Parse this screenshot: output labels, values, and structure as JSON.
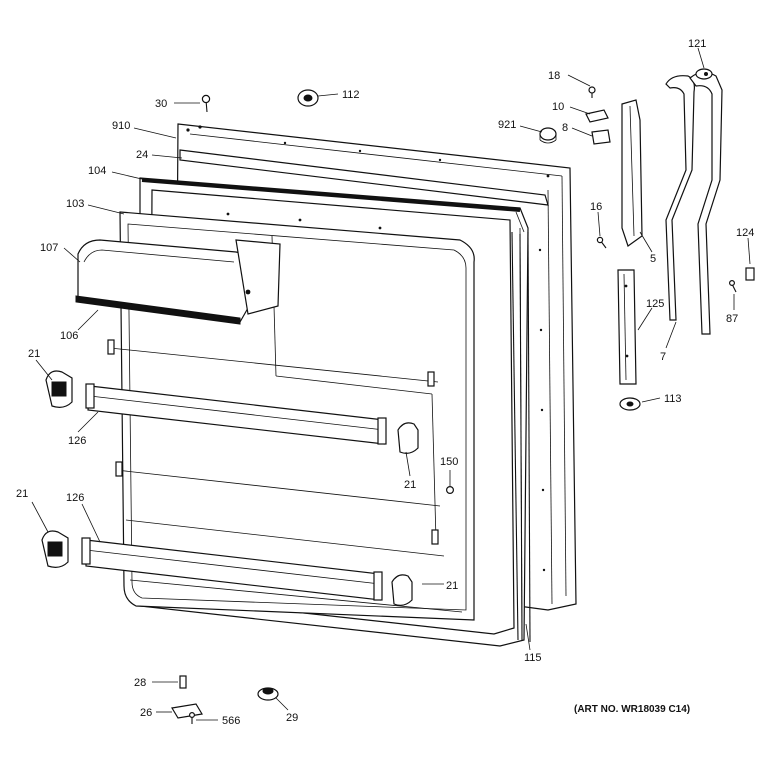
{
  "art_number": "(ART NO. WR18039 C14)",
  "labels": {
    "l30": "30",
    "l112": "112",
    "l910": "910",
    "l24": "24",
    "l104": "104",
    "l103": "103",
    "l107": "107",
    "l106": "106",
    "l21a": "21",
    "l126a": "126",
    "l21b": "21",
    "l126b": "126",
    "l21c": "21",
    "l21d": "21",
    "l150": "150",
    "l115": "115",
    "l18": "18",
    "l10": "10",
    "l921": "921",
    "l8": "8",
    "l16": "16",
    "l5": "5",
    "l121": "121",
    "l124": "124",
    "l87": "87",
    "l7": "7",
    "l125": "125",
    "l113": "113",
    "l28": "28",
    "l26": "26",
    "l566": "566",
    "l29": "29"
  },
  "colors": {
    "ink": "#111111",
    "paper": "#ffffff"
  }
}
